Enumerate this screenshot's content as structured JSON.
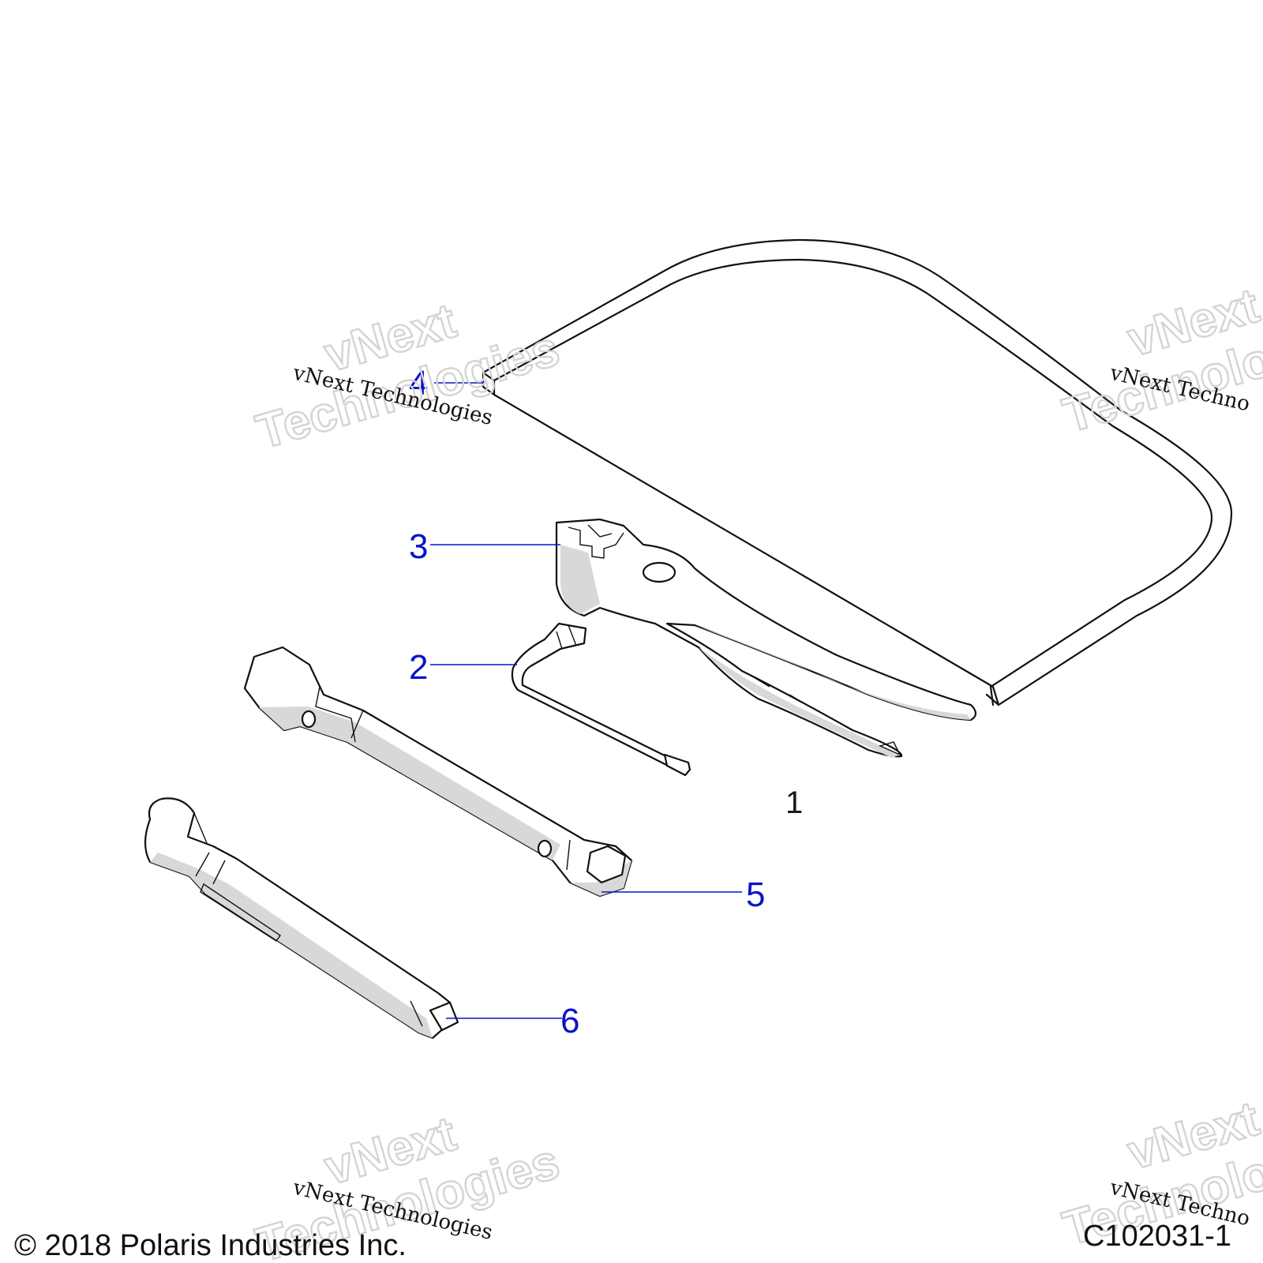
{
  "diagram": {
    "callouts": [
      {
        "id": "callout-1",
        "label": "1",
        "color": "#000000"
      },
      {
        "id": "callout-2",
        "label": "2",
        "color": "#0a14c8"
      },
      {
        "id": "callout-3",
        "label": "3",
        "color": "#0a14c8"
      },
      {
        "id": "callout-4",
        "label": "4",
        "color": "#0a14c8"
      },
      {
        "id": "callout-5",
        "label": "5",
        "color": "#0a14c8"
      },
      {
        "id": "callout-6",
        "label": "6",
        "color": "#0a14c8"
      }
    ],
    "parts": [
      "tool-pouch-frame",
      "pliers",
      "hex-key",
      "spark-plug-socket-wrench",
      "extension-bar"
    ]
  },
  "watermarks": {
    "big_line1": "vNext",
    "big_line2": "Technologies",
    "small": "vNext Technologies",
    "small_cut": "vNext Techno",
    "big_cut_line1": "vNext",
    "big_cut_line2": "Technolo"
  },
  "footer": {
    "copyright": "© 2018 Polaris Industries Inc.",
    "figure_code": "C102031-1"
  }
}
